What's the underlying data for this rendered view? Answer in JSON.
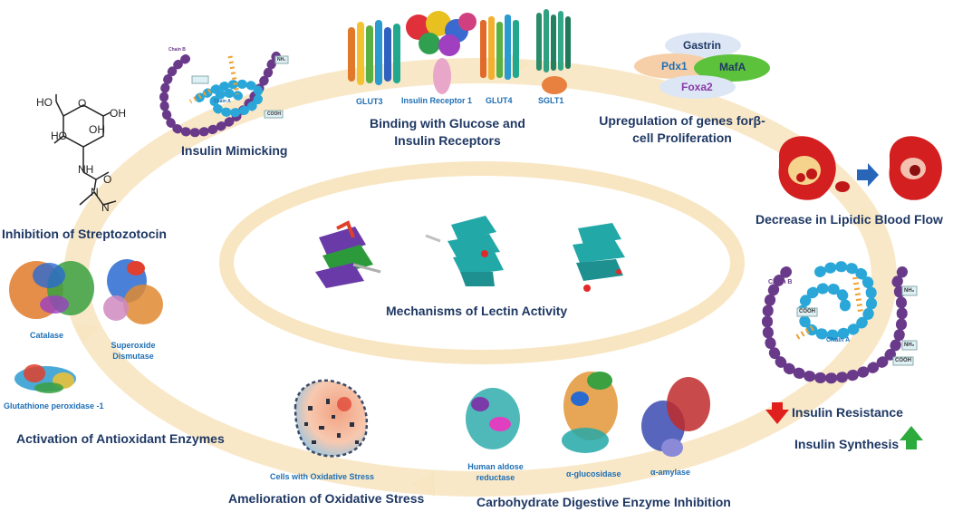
{
  "center_title": "Mechanisms of Lectin Activity",
  "mechanisms": {
    "insulin_mimicking": "Insulin Mimicking",
    "binding": [
      "Binding with Glucose and",
      "Insulin Receptors"
    ],
    "upregulation": [
      "Upregulation of genes forβ-",
      "cell Proliferation"
    ],
    "lipidic_flow": "Decrease in Lipidic Blood Flow",
    "insulin_resistance": "Insulin Resistance",
    "insulin_synthesis": "Insulin Synthesis",
    "carbohydrate": "Carbohydrate Digestive Enzyme Inhibition",
    "oxidative": "Amelioration of Oxidative Stress",
    "antioxidant": "Activation of Antioxidant Enzymes",
    "streptozotocin": "Inhibition of Streptozotocin"
  },
  "receptors": [
    "GLUT3",
    "Insulin Receptor 1",
    "GLUT4",
    "SGLT1"
  ],
  "genes": [
    "Gastrin",
    "Pdx1",
    "MafA",
    "Foxa2"
  ],
  "enzymes_antioxidant": [
    "Catalase",
    "Superoxide",
    "Dismutase",
    "Glutathione peroxidase -1"
  ],
  "enzymes_digestive": [
    "Human aldose",
    "reductase",
    "α-glucosidase",
    "α-amylase"
  ],
  "oxidative_cells": "Cells with Oxidative Stress",
  "insulin_chain": {
    "chain_b": "Chain B",
    "chain_a": "Chain A",
    "nh2": "NH₂",
    "cooh": "COOH"
  },
  "molecule": {
    "ho1": "HO",
    "oh1": "OH",
    "ho2": "HO",
    "oh2": "OH",
    "nh": "NH",
    "n": "N",
    "o1": "O",
    "o2": "O",
    "n2": "N"
  },
  "colors": {
    "ring": "#f8e9c8",
    "title": "#1f3864",
    "caption": "#1f6fb4",
    "down_arrow": "#e0201c",
    "up_arrow": "#2cab3c",
    "blood": "#c01818"
  }
}
